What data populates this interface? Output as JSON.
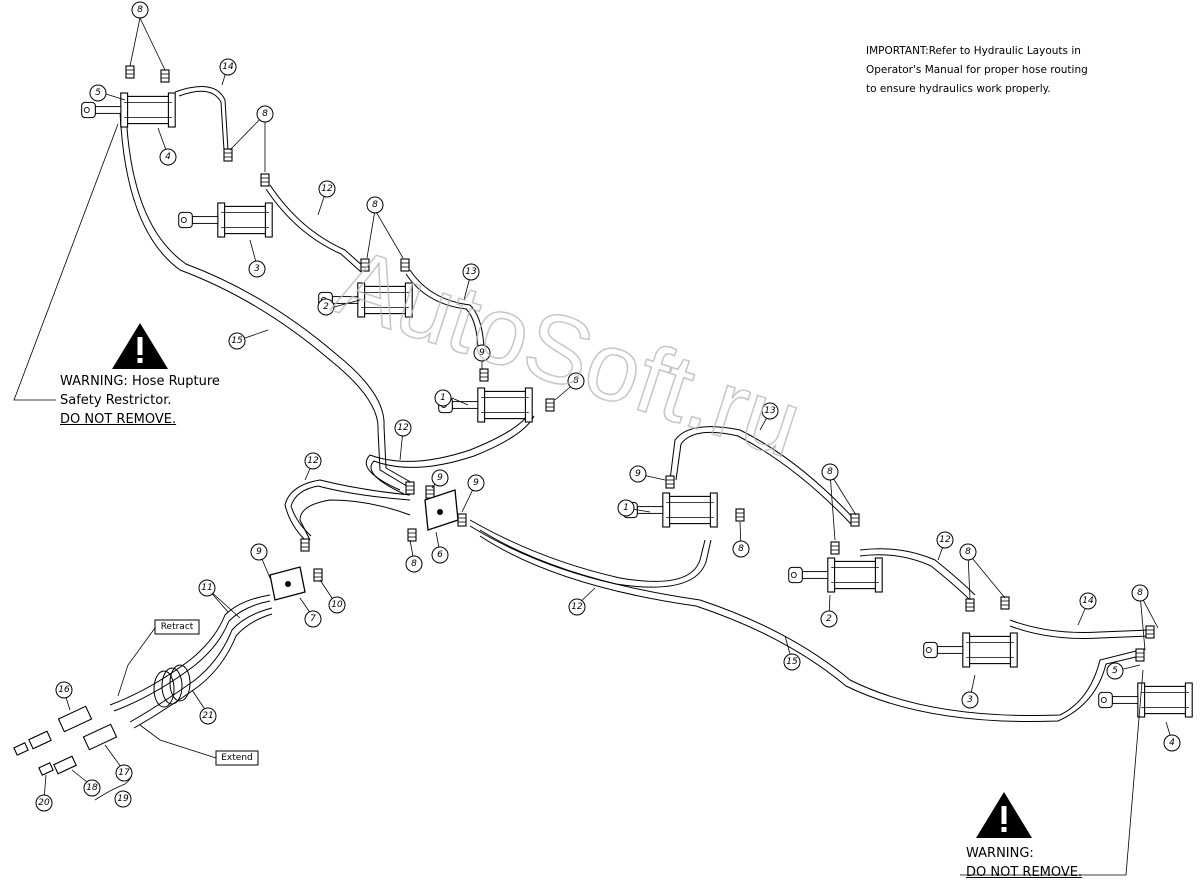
{
  "important_note": {
    "line1": "IMPORTANT:Refer to Hydraulic Layouts in",
    "line2": "Operator's Manual for proper hose routing",
    "line3": "to ensure hydraulics work properly."
  },
  "warning_left": {
    "line1": "WARNING: Hose Rupture",
    "line2": "Safety Restrictor.",
    "line3": "DO NOT REMOVE."
  },
  "warning_right": {
    "line1": "WARNING:",
    "line2": "DO NOT REMOVE."
  },
  "labels": {
    "retract": "Retract",
    "extend": "Extend"
  },
  "watermark": "AutoSoft.ru",
  "callouts": [
    {
      "id": "c8a",
      "text": "8"
    },
    {
      "id": "c5a",
      "text": "5"
    },
    {
      "id": "c14a",
      "text": "14"
    },
    {
      "id": "c4a",
      "text": "4"
    },
    {
      "id": "c8b",
      "text": "8"
    },
    {
      "id": "c3a",
      "text": "3"
    },
    {
      "id": "c12a",
      "text": "12"
    },
    {
      "id": "c8c",
      "text": "8"
    },
    {
      "id": "c2a",
      "text": "2"
    },
    {
      "id": "c13a",
      "text": "13"
    },
    {
      "id": "c15a",
      "text": "15"
    },
    {
      "id": "c9a",
      "text": "9"
    },
    {
      "id": "c1a",
      "text": "1"
    },
    {
      "id": "c8d",
      "text": "8"
    },
    {
      "id": "c12b",
      "text": "12"
    },
    {
      "id": "c12c",
      "text": "12"
    },
    {
      "id": "c9b",
      "text": "9"
    },
    {
      "id": "c9c",
      "text": "9"
    },
    {
      "id": "c6",
      "text": "6"
    },
    {
      "id": "c8e",
      "text": "8"
    },
    {
      "id": "c9d",
      "text": "9"
    },
    {
      "id": "c7",
      "text": "7"
    },
    {
      "id": "c10",
      "text": "10"
    },
    {
      "id": "c11",
      "text": "11"
    },
    {
      "id": "c16",
      "text": "16"
    },
    {
      "id": "c21",
      "text": "21"
    },
    {
      "id": "c17",
      "text": "17"
    },
    {
      "id": "c18",
      "text": "18"
    },
    {
      "id": "c19",
      "text": "19"
    },
    {
      "id": "c20",
      "text": "20"
    },
    {
      "id": "c12d",
      "text": "12"
    },
    {
      "id": "c13b",
      "text": "13"
    },
    {
      "id": "c9e",
      "text": "9"
    },
    {
      "id": "c1b",
      "text": "1"
    },
    {
      "id": "c8f",
      "text": "8"
    },
    {
      "id": "c8g",
      "text": "8"
    },
    {
      "id": "c2b",
      "text": "2"
    },
    {
      "id": "c12e",
      "text": "12"
    },
    {
      "id": "c8h",
      "text": "8"
    },
    {
      "id": "c15b",
      "text": "15"
    },
    {
      "id": "c3b",
      "text": "3"
    },
    {
      "id": "c14b",
      "text": "14"
    },
    {
      "id": "c8i",
      "text": "8"
    },
    {
      "id": "c5b",
      "text": "5"
    },
    {
      "id": "c4b",
      "text": "4"
    }
  ]
}
